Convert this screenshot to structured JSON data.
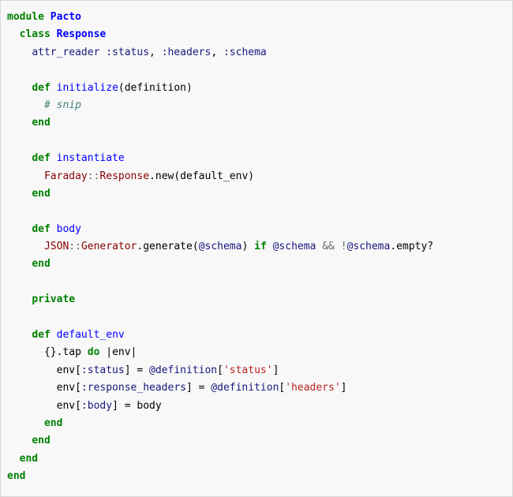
{
  "page": {
    "background": "#ffffff"
  },
  "code_block": {
    "language": "ruby",
    "background": "#f8f8f8",
    "border_color": "#d8d8d8",
    "token_colors": {
      "keyword": "#008000",
      "namespace": "#0000FF",
      "function": "#0000FF",
      "constant": "#880000",
      "symbol": "#19177C",
      "ivar": "#19177C",
      "builtin": "#19177C",
      "comment": "#408080",
      "string": "#BA2121",
      "operator": "#666666",
      "plain": "#000000"
    },
    "lines": [
      [
        {
          "t": "module",
          "c": "keyword"
        },
        {
          "t": " ",
          "c": "plain"
        },
        {
          "t": "Pacto",
          "c": "namespace"
        }
      ],
      [
        {
          "t": "  ",
          "c": "plain"
        },
        {
          "t": "class",
          "c": "keyword"
        },
        {
          "t": " ",
          "c": "plain"
        },
        {
          "t": "Response",
          "c": "namespace"
        }
      ],
      [
        {
          "t": "    ",
          "c": "plain"
        },
        {
          "t": "attr_reader",
          "c": "builtin"
        },
        {
          "t": " ",
          "c": "plain"
        },
        {
          "t": ":status",
          "c": "symbol"
        },
        {
          "t": ", ",
          "c": "plain"
        },
        {
          "t": ":headers",
          "c": "symbol"
        },
        {
          "t": ", ",
          "c": "plain"
        },
        {
          "t": ":schema",
          "c": "symbol"
        }
      ],
      [],
      [
        {
          "t": "    ",
          "c": "plain"
        },
        {
          "t": "def",
          "c": "keyword"
        },
        {
          "t": " ",
          "c": "plain"
        },
        {
          "t": "initialize",
          "c": "function"
        },
        {
          "t": "(definition)",
          "c": "plain"
        }
      ],
      [
        {
          "t": "      ",
          "c": "plain"
        },
        {
          "t": "# snip",
          "c": "comment"
        }
      ],
      [
        {
          "t": "    ",
          "c": "plain"
        },
        {
          "t": "end",
          "c": "keyword"
        }
      ],
      [],
      [
        {
          "t": "    ",
          "c": "plain"
        },
        {
          "t": "def",
          "c": "keyword"
        },
        {
          "t": " ",
          "c": "plain"
        },
        {
          "t": "instantiate",
          "c": "function"
        }
      ],
      [
        {
          "t": "      ",
          "c": "plain"
        },
        {
          "t": "Faraday",
          "c": "constant"
        },
        {
          "t": "::",
          "c": "operator"
        },
        {
          "t": "Response",
          "c": "constant"
        },
        {
          "t": ".new(default_env)",
          "c": "plain"
        }
      ],
      [
        {
          "t": "    ",
          "c": "plain"
        },
        {
          "t": "end",
          "c": "keyword"
        }
      ],
      [],
      [
        {
          "t": "    ",
          "c": "plain"
        },
        {
          "t": "def",
          "c": "keyword"
        },
        {
          "t": " ",
          "c": "plain"
        },
        {
          "t": "body",
          "c": "function"
        }
      ],
      [
        {
          "t": "      ",
          "c": "plain"
        },
        {
          "t": "JSON",
          "c": "constant"
        },
        {
          "t": "::",
          "c": "operator"
        },
        {
          "t": "Generator",
          "c": "constant"
        },
        {
          "t": ".generate(",
          "c": "plain"
        },
        {
          "t": "@schema",
          "c": "ivar"
        },
        {
          "t": ") ",
          "c": "plain"
        },
        {
          "t": "if",
          "c": "keyword"
        },
        {
          "t": " ",
          "c": "plain"
        },
        {
          "t": "@schema",
          "c": "ivar"
        },
        {
          "t": " ",
          "c": "plain"
        },
        {
          "t": "&&",
          "c": "operator"
        },
        {
          "t": " ",
          "c": "plain"
        },
        {
          "t": "!",
          "c": "operator"
        },
        {
          "t": "@schema",
          "c": "ivar"
        },
        {
          "t": ".empty?",
          "c": "plain"
        }
      ],
      [
        {
          "t": "    ",
          "c": "plain"
        },
        {
          "t": "end",
          "c": "keyword"
        }
      ],
      [],
      [
        {
          "t": "    ",
          "c": "plain"
        },
        {
          "t": "private",
          "c": "keyword"
        }
      ],
      [],
      [
        {
          "t": "    ",
          "c": "plain"
        },
        {
          "t": "def",
          "c": "keyword"
        },
        {
          "t": " ",
          "c": "plain"
        },
        {
          "t": "default_env",
          "c": "function"
        }
      ],
      [
        {
          "t": "      ",
          "c": "plain"
        },
        {
          "t": "{}.tap ",
          "c": "plain"
        },
        {
          "t": "do",
          "c": "keyword"
        },
        {
          "t": " |env|",
          "c": "plain"
        }
      ],
      [
        {
          "t": "        env[",
          "c": "plain"
        },
        {
          "t": ":status",
          "c": "symbol"
        },
        {
          "t": "] = ",
          "c": "plain"
        },
        {
          "t": "@definition",
          "c": "ivar"
        },
        {
          "t": "[",
          "c": "plain"
        },
        {
          "t": "'status'",
          "c": "string"
        },
        {
          "t": "]",
          "c": "plain"
        }
      ],
      [
        {
          "t": "        env[",
          "c": "plain"
        },
        {
          "t": ":response_headers",
          "c": "symbol"
        },
        {
          "t": "] = ",
          "c": "plain"
        },
        {
          "t": "@definition",
          "c": "ivar"
        },
        {
          "t": "[",
          "c": "plain"
        },
        {
          "t": "'headers'",
          "c": "string"
        },
        {
          "t": "]",
          "c": "plain"
        }
      ],
      [
        {
          "t": "        env[",
          "c": "plain"
        },
        {
          "t": ":body",
          "c": "symbol"
        },
        {
          "t": "] = body",
          "c": "plain"
        }
      ],
      [
        {
          "t": "      ",
          "c": "plain"
        },
        {
          "t": "end",
          "c": "keyword"
        }
      ],
      [
        {
          "t": "    ",
          "c": "plain"
        },
        {
          "t": "end",
          "c": "keyword"
        }
      ],
      [
        {
          "t": "  ",
          "c": "plain"
        },
        {
          "t": "end",
          "c": "keyword"
        }
      ],
      [
        {
          "t": "end",
          "c": "keyword"
        }
      ]
    ]
  }
}
